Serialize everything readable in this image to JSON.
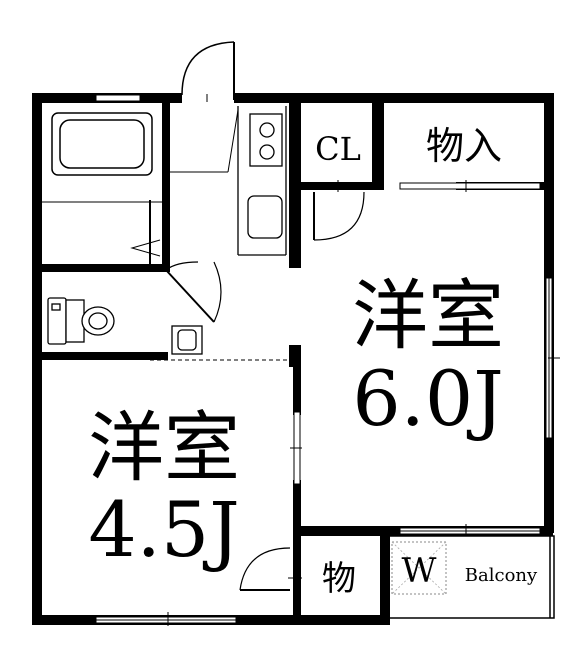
{
  "rooms": {
    "western_large": {
      "name": "洋室",
      "size": "6.0J"
    },
    "western_small": {
      "name": "洋室",
      "size": "4.5J"
    }
  },
  "storage": {
    "closet": "CL",
    "storage_top": "物入",
    "storage_small": "物"
  },
  "fixtures": {
    "washer": "W",
    "balcony": "Balcony"
  },
  "colors": {
    "wall": "#000000",
    "background": "#ffffff",
    "washer_hatch": "#888888"
  }
}
